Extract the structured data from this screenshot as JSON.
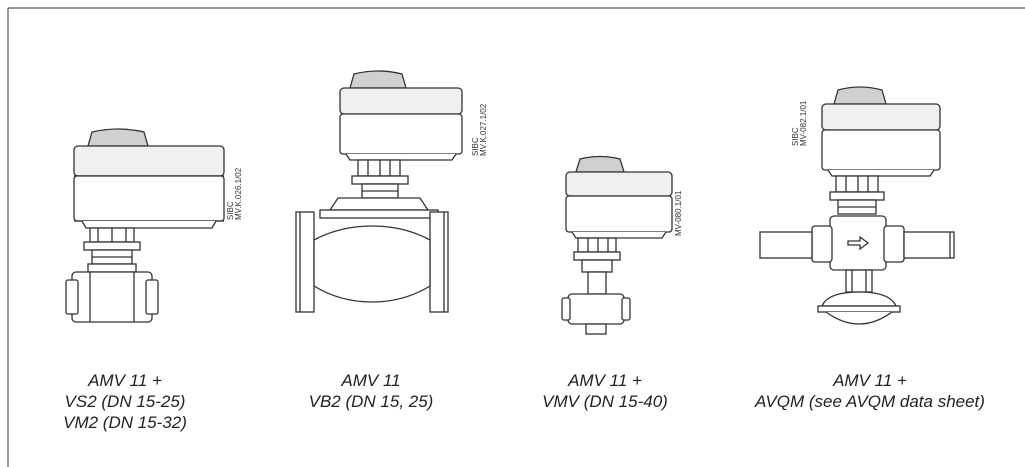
{
  "figures": [
    {
      "code": "SIBC\nMV.K.026.1/02",
      "code_line1": "SIBC",
      "code_line2": "MV.K.026.1/02",
      "caption": [
        "AMV 11 +",
        "VS2 (DN 15-25)",
        "VM2 (DN 15-32)"
      ]
    },
    {
      "code_line1": "SIBC",
      "code_line2": "MV.K.027.1/02",
      "caption": [
        "AMV 11",
        "VB2 (DN 15, 25)"
      ]
    },
    {
      "code_line1": "",
      "code_line2": "MV-080.1/01",
      "caption": [
        "AMV 11 +",
        "VMV (DN 15-40)"
      ]
    },
    {
      "code_line1": "SIBC",
      "code_line2": "MV-082.1/01",
      "caption": [
        "AMV 11 +",
        "AVQM (see AVQM data sheet)"
      ]
    }
  ],
  "colors": {
    "frame": "#555555",
    "body": "#333333",
    "actuator_shade": "#e6e6e6"
  }
}
